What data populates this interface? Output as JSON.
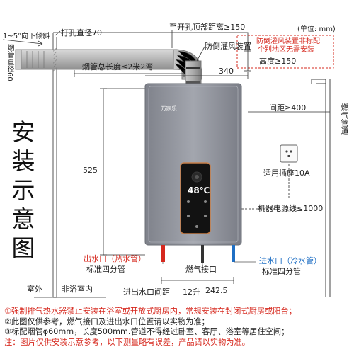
{
  "header": {
    "unit": "(单位: mm)"
  },
  "title": "安装示意图",
  "labels": {
    "tilt": "1~5°向下倾斜",
    "flue_vertical": "烟管直径60",
    "hole": "打孔直径70",
    "top_distance": "至开孔顶部距离≥150",
    "backdraft": "防倒灌风装置",
    "backdraft_note": [
      "防倒灌风装置非标配",
      "个别地区无需安装"
    ],
    "height": "高度≥150",
    "flue_length": "烟管总长度≤2米2弯",
    "width": "340",
    "spacing": "间距≥400",
    "gas_pipe_vertical": "燃气管道",
    "height_525": "525",
    "socket": "适用插座10A",
    "power_cord": "机器电源线≤1000",
    "water_out": "出水口（热水管）",
    "water_out_std": "标准四分管",
    "gas_in": "燃气接口",
    "water_in": "进水口（冷水管）",
    "water_in_std": "标准四分管",
    "outdoor": "室外",
    "indoor": "非浴室内",
    "spacing_label": "进出水口间距",
    "capacity": "12升",
    "spacing_value": "242.5"
  },
  "device": {
    "brand": "万家乐",
    "display": "48℃"
  },
  "notes": [
    "①强制排气热水器禁止安装在浴室或开放式厨房内，常规安装在封闭式厨房或阳台；",
    "②此图仅供参考，燃气接口及进出水口位置请以实物为准；",
    "③标配烟管φ60mm，长度500mm.管道不得经过卧室、客厅、浴室等居住空间；",
    "注：图片仅供安装示意参考，以下测量略有误差，产品请以实物为准。"
  ],
  "colors": {
    "red": "#d6281e",
    "blue": "#1f6fc4",
    "device": "#8c8f99"
  }
}
